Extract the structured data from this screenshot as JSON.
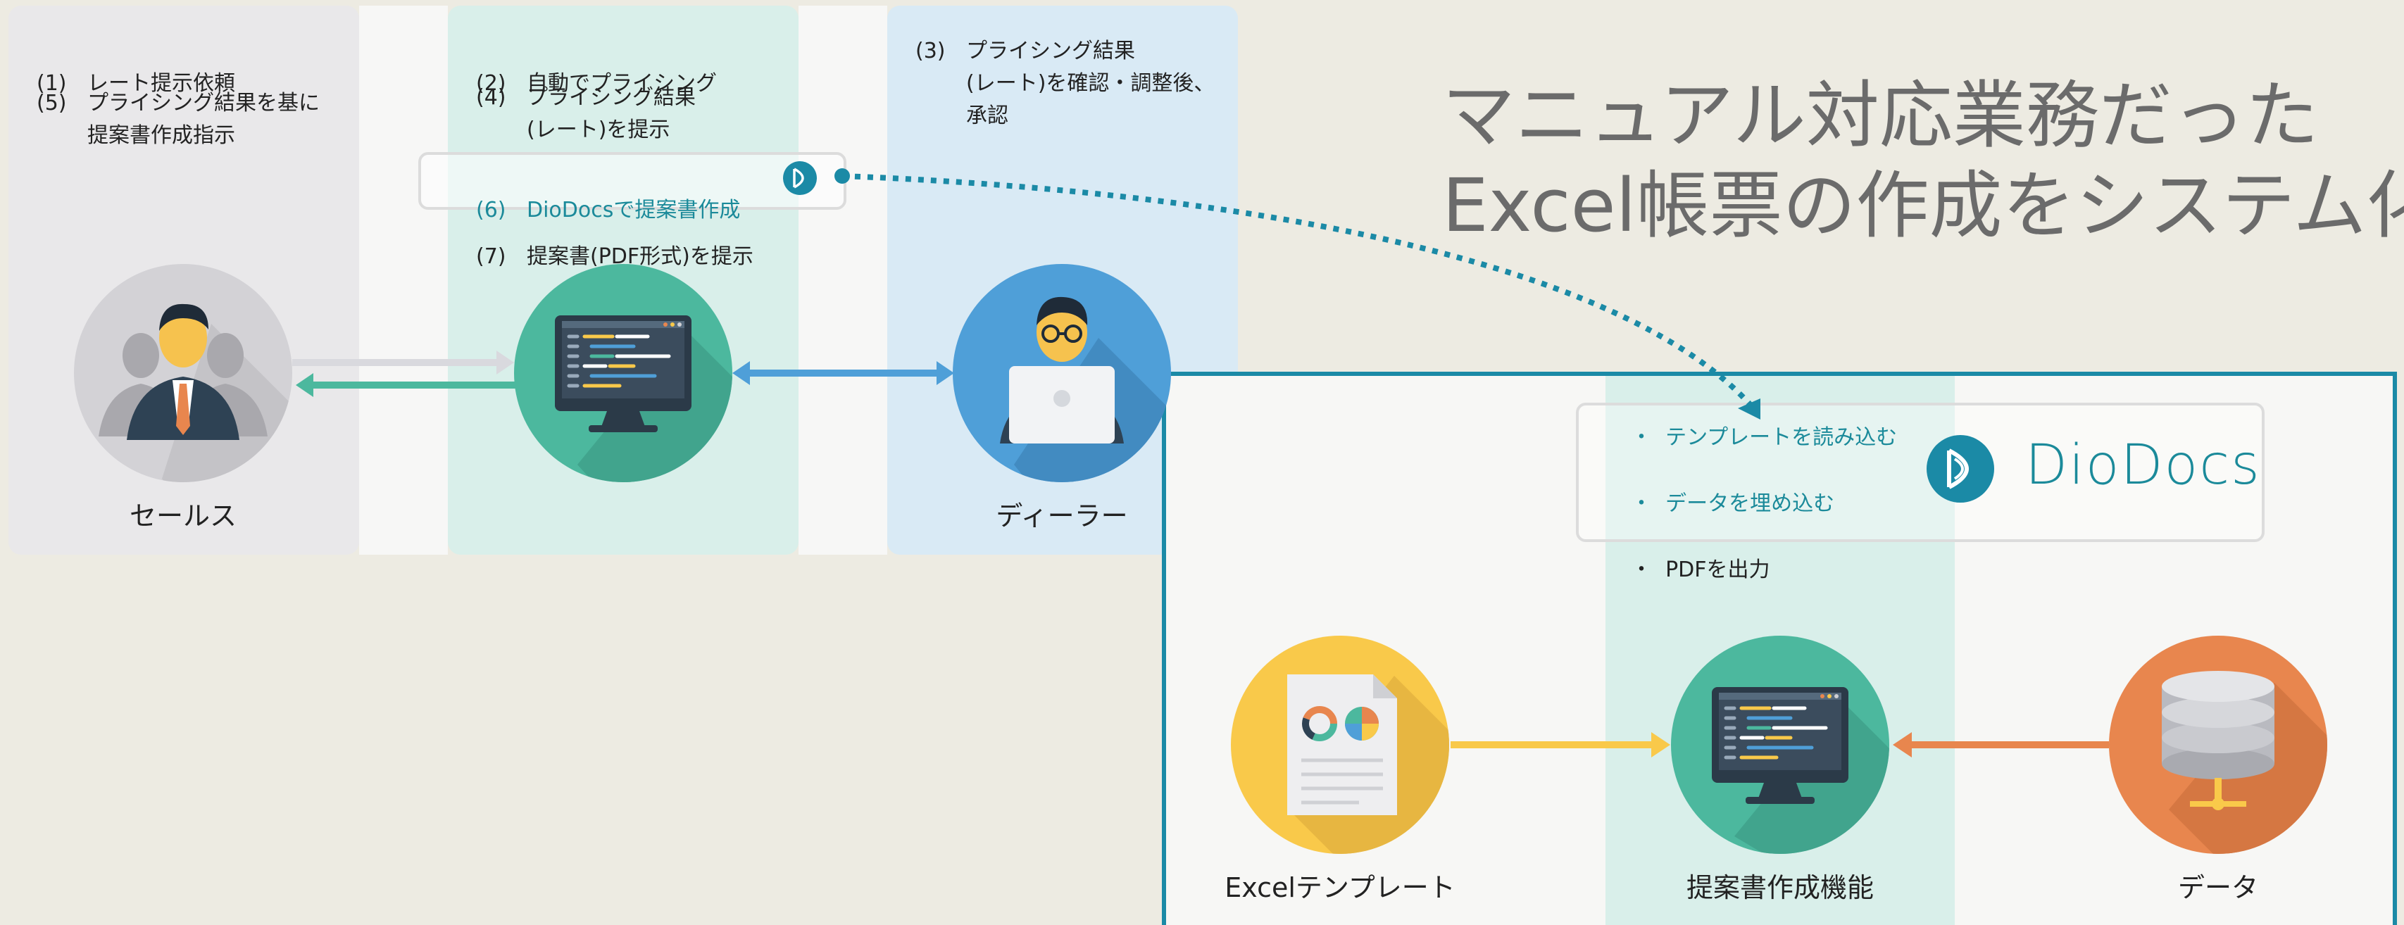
{
  "headline": {
    "line1": "マニュアル対応業務だった",
    "line2": "Excel帳票の作成をシステム化"
  },
  "top_flow": {
    "sales_steps": [
      {
        "num": "(1)",
        "text": "レート提示依頼"
      },
      {
        "num": "(5)",
        "text": "プライシング結果を基に\n提案書作成指示"
      }
    ],
    "system_steps": [
      {
        "num": "(2)",
        "text": "自動でプライシング"
      },
      {
        "num": "(4)",
        "text": "プライシング結果\n(レート)を提示"
      },
      {
        "num": "(6)",
        "text": "DioDocsで提案書作成"
      },
      {
        "num": "(7)",
        "text": "提案書(PDF形式)を提示"
      }
    ],
    "dealer_steps": [
      {
        "num": "(3)",
        "text": "プライシング結果\n(レート)を確認・調整後、\n承認"
      }
    ],
    "actors": {
      "sales": "セールス",
      "dealer": "ディーラー"
    }
  },
  "bottom_flow": {
    "bullets": [
      "テンプレートを読み込む",
      "データを埋め込む",
      "PDFを出力"
    ],
    "brand": "DioDocs",
    "nodes": {
      "template": "Excelテンプレート",
      "system": "提案書作成機能",
      "data": "データ"
    }
  },
  "colors": {
    "teal": "#4cb89e",
    "blue": "#4f9fd8",
    "yellow": "#f9c94a",
    "orange": "#e8864e",
    "gray": "#cfcfd3",
    "frame": "#1b8aa6",
    "highlight_text": "#1b8a9a"
  },
  "icons": [
    "salesperson-icon",
    "monitor-code-icon",
    "dealer-laptop-icon",
    "document-chart-icon",
    "database-icon",
    "diodocs-logo-icon"
  ]
}
